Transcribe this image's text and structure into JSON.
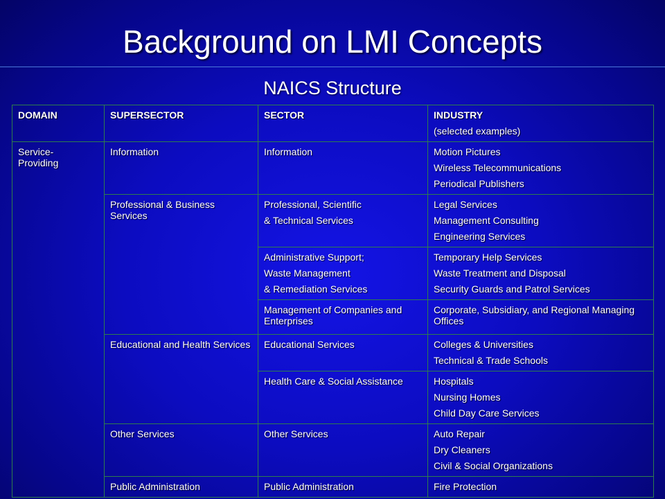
{
  "slide": {
    "title": "Background on LMI Concepts",
    "subtitle": "NAICS Structure"
  },
  "table": {
    "headers": {
      "domain": "DOMAIN",
      "supersector": "SUPERSECTOR",
      "sector": "SECTOR",
      "industry": "INDUSTRY",
      "industry_note": "(selected examples)"
    },
    "domain": "Service-\nProviding",
    "supersectors": [
      {
        "label": "Information"
      },
      {
        "label": "Professional & Business Services"
      },
      {
        "label": "Educational and Health Services"
      },
      {
        "label": "Other Services"
      },
      {
        "label": "Public Administration"
      }
    ],
    "rows": [
      {
        "sector_lines": [
          "Information"
        ],
        "industries": [
          "Motion Pictures",
          "Wireless Telecommunications",
          "Periodical Publishers"
        ]
      },
      {
        "sector_lines": [
          "Professional, Scientific",
          "& Technical Services"
        ],
        "industries": [
          "Legal Services",
          "Management Consulting",
          "Engineering Services"
        ]
      },
      {
        "sector_lines": [
          "Administrative Support;",
          "Waste Management",
          "& Remediation Services"
        ],
        "industries": [
          "Temporary Help Services",
          "Waste Treatment and Disposal",
          "Security Guards and Patrol Services"
        ]
      },
      {
        "sector_lines": [
          "Management of Companies and Enterprises"
        ],
        "industries": [
          "Corporate, Subsidiary, and Regional Managing Offices"
        ]
      },
      {
        "sector_lines": [
          "Educational Services"
        ],
        "industries": [
          "Colleges & Universities",
          "Technical & Trade Schools"
        ]
      },
      {
        "sector_lines": [
          "Health Care & Social Assistance"
        ],
        "industries": [
          "Hospitals",
          "Nursing Homes",
          "Child Day Care Services"
        ]
      },
      {
        "sector_lines": [
          "Other Services"
        ],
        "industries": [
          "Auto Repair",
          "Dry Cleaners",
          "Civil & Social Organizations"
        ]
      },
      {
        "sector_lines": [
          "Public Administration"
        ],
        "industries": [
          "Fire Protection"
        ]
      }
    ]
  }
}
